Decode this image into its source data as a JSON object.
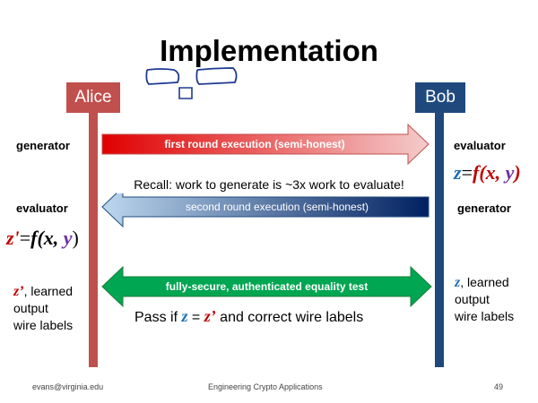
{
  "title": "Implementation",
  "parties": {
    "left": "Alice",
    "right": "Bob"
  },
  "roles": {
    "alice_top": "generator",
    "alice_mid": "evaluator",
    "bob_top": "evaluator",
    "bob_mid": "generator"
  },
  "formulas": {
    "bob_z": "z",
    "bob_eq": "=",
    "bob_f": "f",
    "bob_x": "(x,",
    "bob_y": "y",
    "bob_close": ")",
    "alice_z": "z'",
    "alice_eq": "=",
    "alice_f": "f",
    "alice_x": "(x,",
    "alice_y": "y",
    "alice_close": ")"
  },
  "arrows": {
    "first": "first round execution (semi-honest)",
    "second": "second round execution (semi-honest)",
    "third": "fully-secure, authenticated equality test"
  },
  "recall": "Recall: work to generate is ~3x work to evaluate!",
  "pass": {
    "pre": "Pass if ",
    "z": "z",
    "eq": " = ",
    "zp": "z’",
    "post": " and correct wire labels"
  },
  "alice_learned": {
    "z": "z’",
    "line1": ", learned",
    "line2": "output",
    "line3": "wire labels"
  },
  "bob_learned": {
    "z": "z",
    "line1": ", learned",
    "line2": "output",
    "line3": "wire labels"
  },
  "footer": {
    "left": "evans@virginia.edu",
    "center": "Engineering Crypto Applications",
    "right": "49"
  },
  "colors": {
    "alice": "#c0504d",
    "bob": "#1f497d",
    "green": "#00a651",
    "red": "#e00000",
    "navy": "#002060"
  }
}
